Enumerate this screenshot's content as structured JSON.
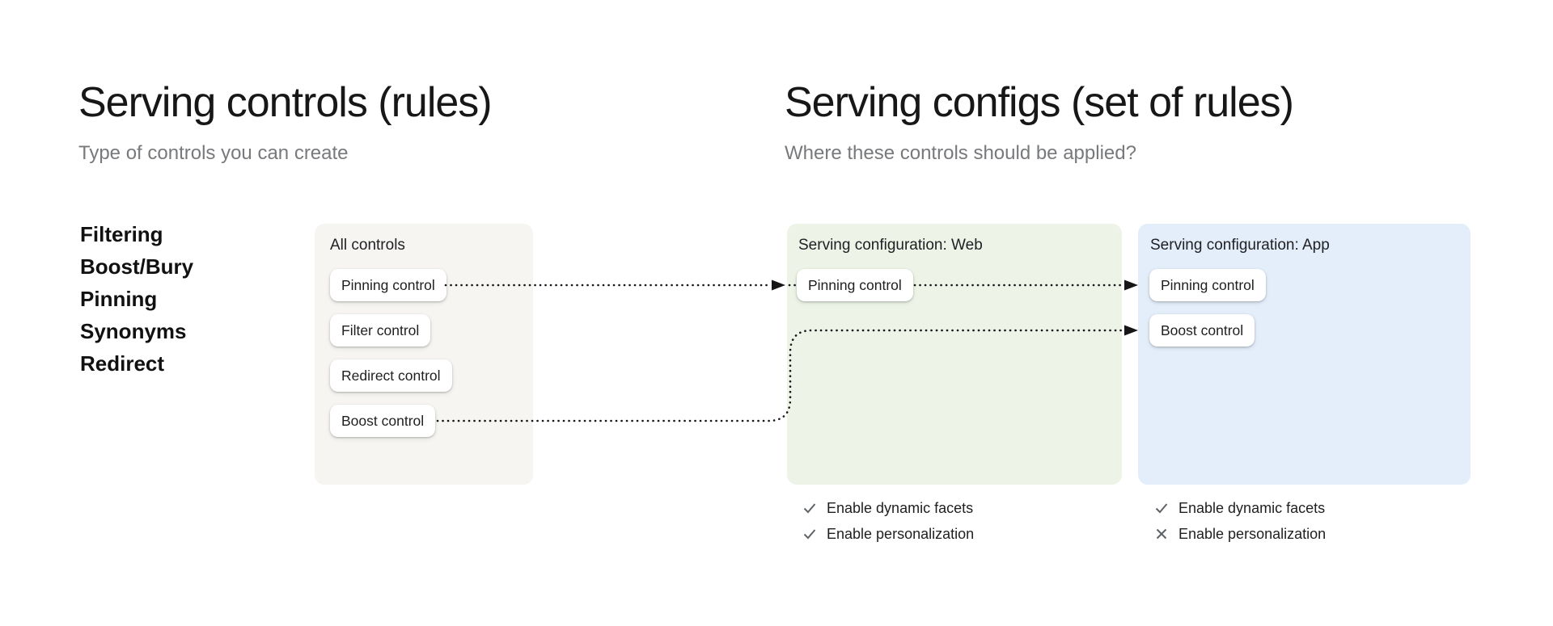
{
  "left_section": {
    "title": "Serving controls (rules)",
    "subtitle": "Type of controls you can create",
    "control_types": [
      "Filtering",
      "Boost/Bury",
      "Pinning",
      "Synonyms",
      "Redirect"
    ]
  },
  "right_section": {
    "title": "Serving configs (set of rules)",
    "subtitle": "Where these controls should be applied?"
  },
  "all_controls_card": {
    "label": "All controls",
    "controls": [
      "Pinning control",
      "Filter control",
      "Redirect control",
      "Boost control"
    ]
  },
  "web_config_card": {
    "label": "Serving configuration: Web",
    "controls": [
      "Pinning control"
    ],
    "features": [
      {
        "label": "Enable dynamic facets",
        "icon": "check"
      },
      {
        "label": "Enable personalization",
        "icon": "check"
      }
    ]
  },
  "app_config_card": {
    "label": "Serving configuration: App",
    "controls": [
      "Pinning control",
      "Boost control"
    ],
    "features": [
      {
        "label": "Enable dynamic facets",
        "icon": "check"
      },
      {
        "label": "Enable personalization",
        "icon": "x"
      }
    ]
  },
  "connections": [
    {
      "from": "all-controls.pinning-control",
      "to": "web-config.pinning-control",
      "style": "dotted-arrow"
    },
    {
      "from": "web-config.pinning-control",
      "to": "app-config.pinning-control",
      "style": "dotted-arrow"
    },
    {
      "from": "all-controls.boost-control",
      "to": "app-config.boost-control",
      "style": "dotted-arrow"
    }
  ],
  "colors": {
    "all_controls_bg": "#f6f5f2",
    "web_card_bg": "#edf4e7",
    "app_card_bg": "#e3eefa",
    "connector": "#161616",
    "feature_icon": "#5f6368"
  }
}
